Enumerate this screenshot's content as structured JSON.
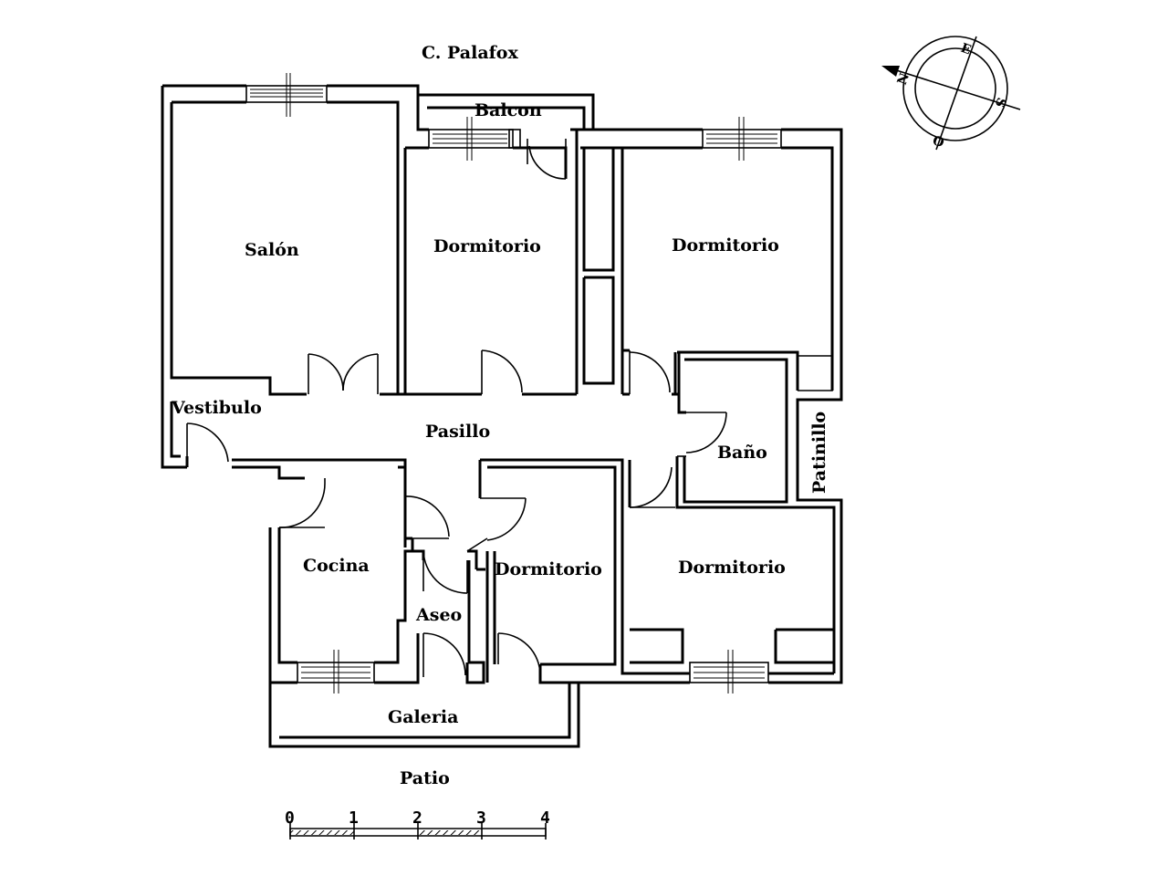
{
  "plan": {
    "street_label": "C. Palafox",
    "bottom_label": "Patio",
    "rooms": {
      "salon": "Salón",
      "balcon": "Balcon",
      "dormitorio_1": "Dormitorio",
      "dormitorio_2": "Dormitorio",
      "dormitorio_3": "Dormitorio",
      "dormitorio_4": "Dormitorio",
      "vestibulo": "Vestibulo",
      "pasillo": "Pasillo",
      "bano": "Baño",
      "patinillo": "Patinillo",
      "cocina": "Cocina",
      "aseo": "Aseo",
      "galeria": "Galeria"
    },
    "compass": {
      "north": "N",
      "east": "E",
      "south": "S",
      "west": "O"
    },
    "scale": {
      "ticks": [
        "0",
        "1",
        "2",
        "3",
        "4"
      ]
    }
  }
}
